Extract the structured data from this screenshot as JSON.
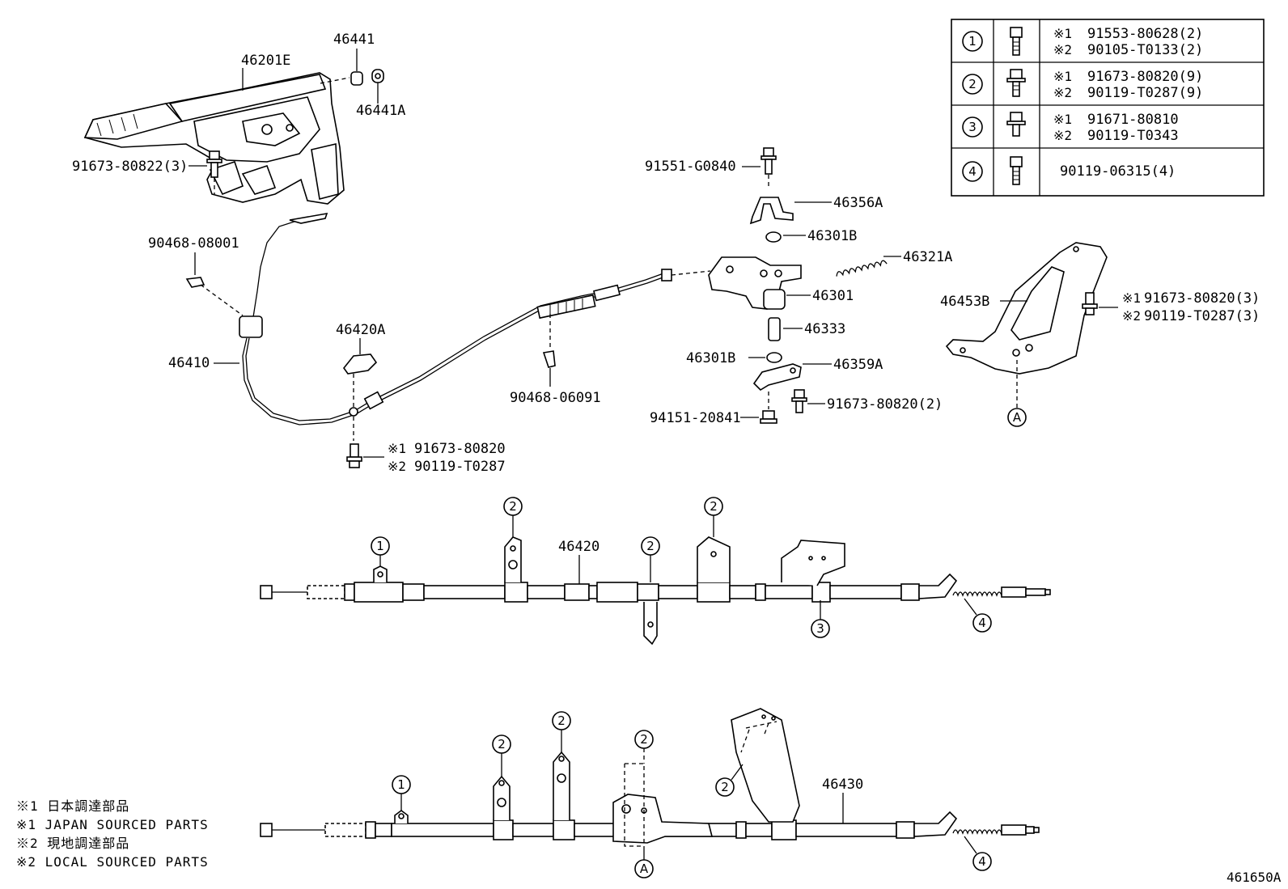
{
  "parts": {
    "p46201E": "46201E",
    "p46441": "46441",
    "p46441A": "46441A",
    "p91673_80822": "91673-80822(3)",
    "p90468_08001": "90468-08001",
    "p46410": "46410",
    "p46420A": "46420A",
    "s1": "※1",
    "s2": "※2",
    "p91673_80820_cable": "91673-80820",
    "p90119_T0287_cable": "90119-T0287",
    "p90468_06091": "90468-06091",
    "p91551_G0840": "91551-G0840",
    "p46356A": "46356A",
    "p46301B_top": "46301B",
    "p46321A": "46321A",
    "p46301": "46301",
    "p46333": "46333",
    "p46301B_bottom": "46301B",
    "p46359A": "46359A",
    "p91673_80820_2": "91673-80820(2)",
    "p94151_20841": "94151-20841",
    "p46453B": "46453B",
    "p91673_80820_3": "91673-80820(3)",
    "p90119_T0287_3": "90119-T0287(3)",
    "p46420": "46420",
    "p46430": "46430",
    "ref_A": "A",
    "ref_1": "1",
    "ref_2": "2",
    "ref_3": "3",
    "ref_4": "4"
  },
  "fastener_table": {
    "rows": [
      {
        "ref": "1",
        "lines": [
          {
            "mark": "※1",
            "part": "91553-80628(2)"
          },
          {
            "mark": "※2",
            "part": "90105-T0133(2)"
          }
        ]
      },
      {
        "ref": "2",
        "lines": [
          {
            "mark": "※1",
            "part": "91673-80820(9)"
          },
          {
            "mark": "※2",
            "part": "90119-T0287(9)"
          }
        ]
      },
      {
        "ref": "3",
        "lines": [
          {
            "mark": "※1",
            "part": "91671-80810"
          },
          {
            "mark": "※2",
            "part": "90119-T0343"
          }
        ]
      },
      {
        "ref": "4",
        "lines": [
          {
            "mark": "",
            "part": "90119-06315(4)"
          }
        ]
      }
    ]
  },
  "notes": [
    "※1 日本調達部品",
    "※1 JAPAN SOURCED PARTS",
    "※2 現地調達部品",
    "※2 LOCAL SOURCED PARTS"
  ],
  "figure_id": "461650A"
}
